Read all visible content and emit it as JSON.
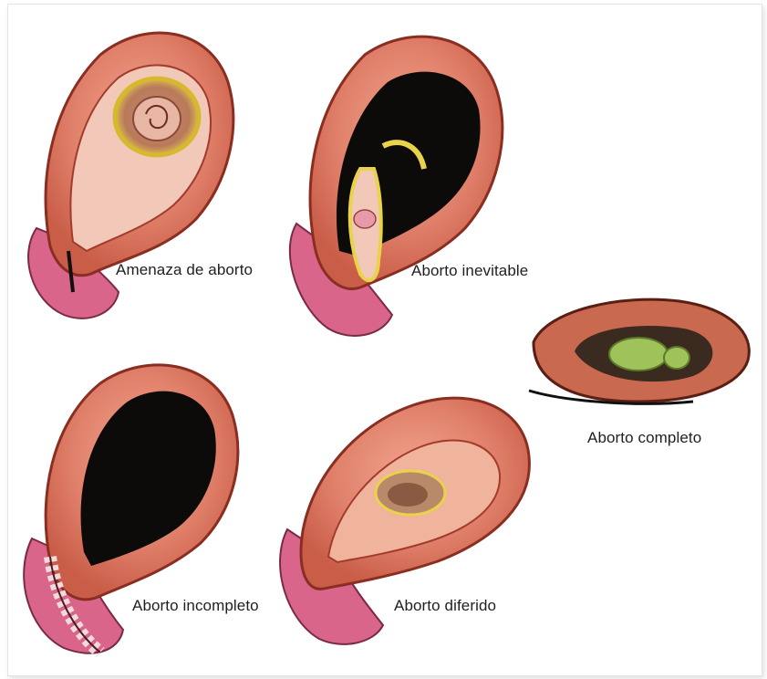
{
  "panels": {
    "threat": {
      "label": "Amenaza de aborto"
    },
    "inevitable": {
      "label": "Aborto inevitable"
    },
    "complete": {
      "label": "Aborto completo"
    },
    "incomplete": {
      "label": "Aborto incompleto"
    },
    "missed": {
      "label": "Aborto diferido"
    }
  },
  "colors": {
    "uterus_wall": "#e0806a",
    "uterus_outline": "#8a2e22",
    "cavity_dark": "#0d0a0a",
    "cervix_pink": "#d9658a",
    "sac_yellow": "#e9d34a",
    "embryo_green": "#9fc25a"
  }
}
